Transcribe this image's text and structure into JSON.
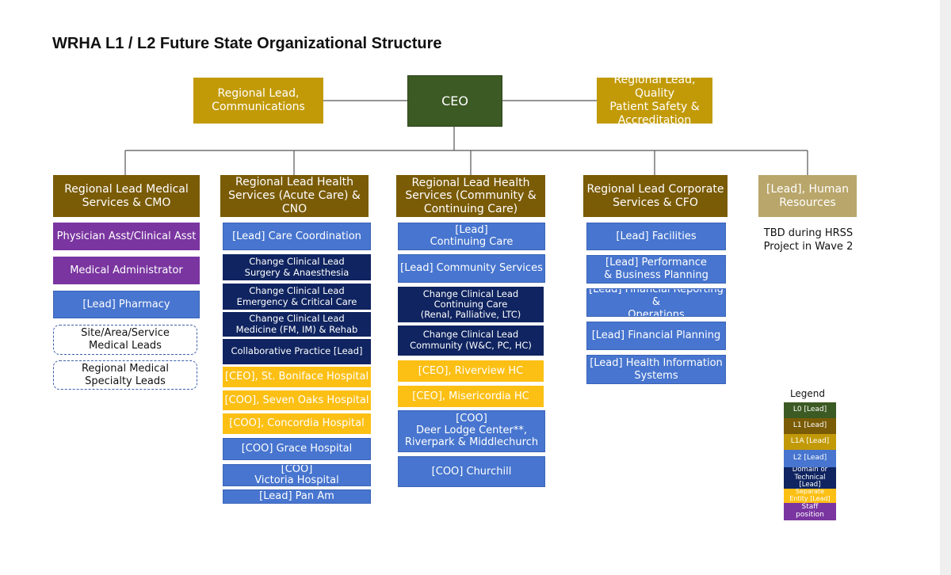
{
  "title": "WRHA L1 / L2 Future State Organizational Structure",
  "top": {
    "ceo": "CEO",
    "comms": "Regional Lead,\nCommunications",
    "quality": "Regional Lead, Quality\nPatient Safety &\nAccreditation"
  },
  "columns": [
    {
      "header": "Regional Lead Medical\nServices & CMO",
      "items": [
        "Physician Asst/Clinical Asst",
        "Medical Administrator",
        "[Lead] Pharmacy",
        "Site/Area/Service\nMedical Leads",
        "Regional Medical\nSpecialty Leads"
      ]
    },
    {
      "header": "Regional Lead Health\nServices (Acute Care) & CNO",
      "items": [
        "[Lead] Care Coordination",
        "Change Clinical Lead\nSurgery & Anaesthesia",
        "Change Clinical Lead\nEmergency & Critical Care",
        "Change Clinical Lead\nMedicine (FM, IM) & Rehab",
        "Collaborative Practice [Lead]",
        "[CEO], St. Boniface Hospital",
        "[COO], Seven Oaks Hospital",
        "[COO], Concordia Hospital",
        "[COO] Grace Hospital",
        "[COO]\nVictoria Hospital",
        "[Lead]  Pan Am"
      ]
    },
    {
      "header": "Regional Lead Health\nServices (Community &\nContinuing Care)",
      "items": [
        "[Lead]\nContinuing Care",
        "[Lead] Community Services",
        "Change Clinical Lead\nContinuing Care\n(Renal, Palliative, LTC)",
        "Change Clinical Lead\nCommunity (W&C, PC, HC)",
        "[CEO], Riverview HC",
        "[CEO], Misericordia HC",
        "[COO]\nDeer Lodge Center**,\nRiverpark & Middlechurch",
        "[COO] Churchill"
      ]
    },
    {
      "header": "Regional Lead Corporate\nServices & CFO",
      "items": [
        "[Lead] Facilities",
        "[Lead] Performance\n& Business Planning",
        "[Lead] Financial Reporting &\nOperations",
        "[Lead] Financial Planning",
        "[Lead] Health Information\nSystems"
      ]
    },
    {
      "header": "[Lead], Human\nResources",
      "note": "TBD during HRSS\nProject in Wave 2"
    }
  ],
  "legend": {
    "title": "Legend",
    "items": [
      {
        "label": "L0 [Lead]",
        "color": "#3c5a23"
      },
      {
        "label": "L1 [Lead]",
        "color": "#7a5b06"
      },
      {
        "label": "L1A [Lead]",
        "color": "#c29a08"
      },
      {
        "label": "L2 [Lead]",
        "color": "#4775cf"
      },
      {
        "label": "Domain or\nTechnical [Lead]",
        "color": "#0f2460"
      },
      {
        "label": "Separate\nEntity [Lead]",
        "color": "#fcbf14"
      },
      {
        "label": "Staff\nposition",
        "color": "#7a35a0"
      }
    ]
  }
}
